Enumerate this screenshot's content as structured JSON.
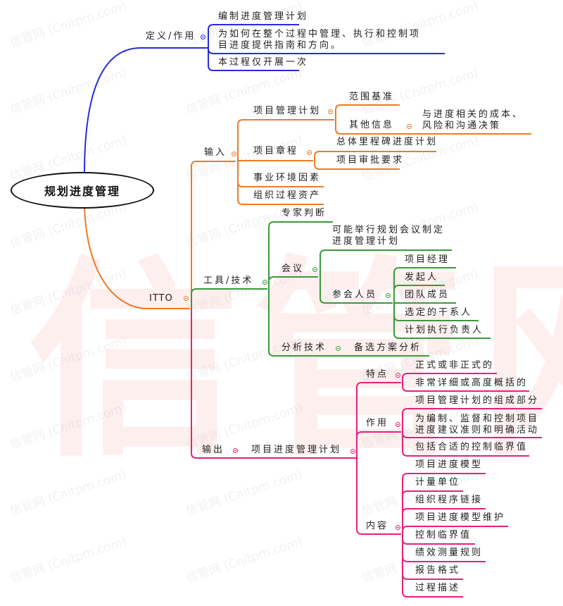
{
  "watermark": {
    "big": "信管网",
    "small": "信管网 (Cnitpm.com)"
  },
  "root": "规划进度管理",
  "definition": {
    "label": "定义/作用",
    "items": [
      "编制进度管理计划",
      "为如何在整个过程中管理、执行和控制项",
      "目进度提供指南和方向。",
      "本过程仅开展一次"
    ]
  },
  "itto": {
    "label": "ITTO",
    "inputs": {
      "label": "输入",
      "pmp": {
        "label": "项目管理计划",
        "scope": "范围基准",
        "other": "其他信息",
        "other_detail": [
          "与进度相关的成本、",
          "风险和沟通决策"
        ]
      },
      "charter": {
        "label": "项目章程",
        "items": [
          "总体里程碑进度计划",
          "项目审批要求"
        ]
      },
      "eef": "事业环境因素",
      "opa": "组织过程资产"
    },
    "tools": {
      "label": "工具/技术",
      "expert": "专家判断",
      "meeting": {
        "label": "会议",
        "purpose": [
          "可能举行规划会议制定",
          "进度管理计划"
        ],
        "attendees_label": "参会人员",
        "attendees": [
          "项目经理",
          "发起人",
          "团队成员",
          "选定的干系人",
          "计划执行负责人"
        ]
      },
      "analysis": {
        "label": "分析技术",
        "item": "备选方案分析"
      }
    },
    "outputs": {
      "label": "输出",
      "plan": {
        "label": "项目进度管理计划",
        "features": {
          "label": "特点",
          "items": [
            "正式或非正式的",
            "非常详细或高度概括的"
          ]
        },
        "role": {
          "label": "作用",
          "items": [
            "项目管理计划的组成部分",
            "为编制、监督和控制项目",
            "进度建议准则和明确活动",
            "包括合适的控制临界值"
          ]
        },
        "content": {
          "label": "内容",
          "items": [
            "项目进度模型",
            "计量单位",
            "组织程序链接",
            "项目进度模型维护",
            "控制临界值",
            "绩效测量规则",
            "报告格式",
            "过程描述"
          ]
        }
      }
    }
  },
  "colors": {
    "blue": "#2a2ae0",
    "orange": "#f07a28",
    "green": "#3a9a3a",
    "pink": "#e8207a"
  }
}
